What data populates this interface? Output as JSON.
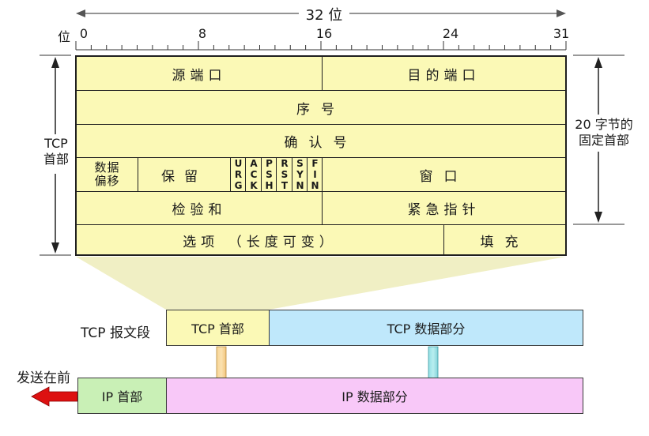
{
  "ruler": {
    "span_label": "32 位",
    "unit_label": "位",
    "ticks": [
      "0",
      "8",
      "16",
      "24",
      "31"
    ]
  },
  "header_fields": {
    "src_port": "源端口",
    "dst_port": "目的端口",
    "seq": "序号",
    "ack_no": "确认号",
    "data_offset": "数据\n偏移",
    "reserved": "保留",
    "flags": [
      "URG",
      "ACK",
      "PSH",
      "RST",
      "SYN",
      "FIN"
    ],
    "window": "窗口",
    "checksum": "检验和",
    "urgent_ptr": "紧急指针",
    "options": "选项 （长度可变）",
    "padding": "填充"
  },
  "side_labels": {
    "tcp_header": "TCP\n首部",
    "fixed_20": "20 字节的\n固定首部"
  },
  "segment": {
    "label": "TCP 报文段",
    "header": "TCP 首部",
    "data": "TCP 数据部分"
  },
  "ip_datagram": {
    "send_first": "发送在前",
    "header": "IP 首部",
    "data": "IP 数据部分"
  },
  "colors": {
    "header_fill": "#fbf9b6",
    "tcp_data_fill": "#bfe8fb",
    "ip_header_fill": "#c9f0b6",
    "ip_data_fill": "#f8c8f8",
    "funnel_fill": "#f0efc4",
    "arrow_red": "#dd1111"
  }
}
